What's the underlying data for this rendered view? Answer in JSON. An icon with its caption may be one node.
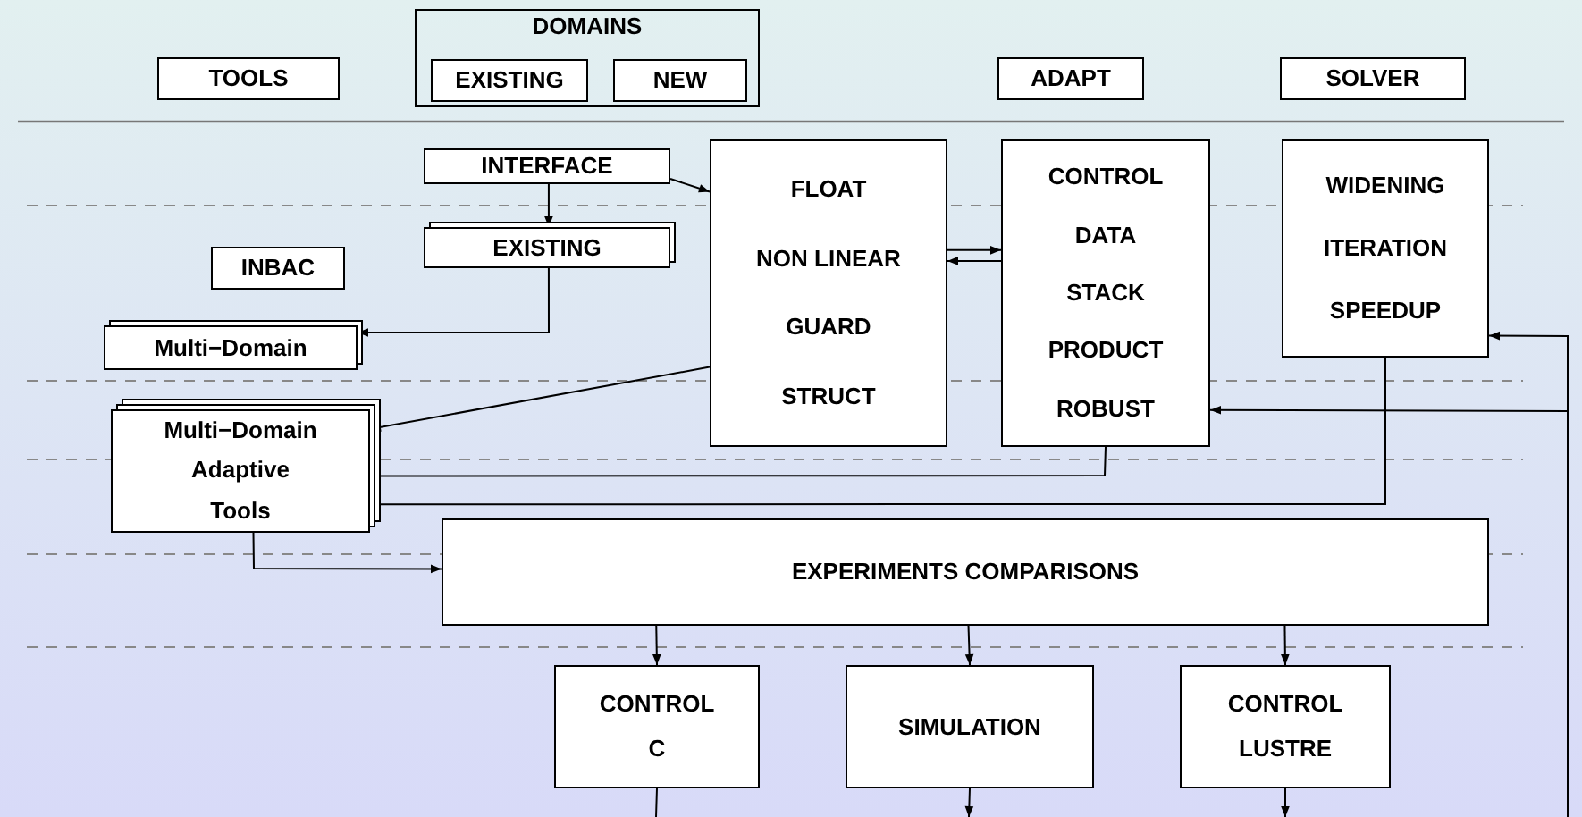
{
  "diagram": {
    "nodes": [
      {
        "text": [
          "TOOLS"
        ]
      },
      {
        "text": [
          "DOMAINS"
        ]
      },
      {
        "text": [
          "EXISTING"
        ],
        "in": 1
      },
      {
        "text": [
          "NEW"
        ],
        "in": 1
      },
      {
        "text": [
          "ADAPT"
        ]
      },
      {
        "text": [
          "SOLVER"
        ]
      },
      {
        "text": [
          "INTERFACE"
        ]
      },
      {
        "text": [
          "FLOAT",
          "NON LINEAR",
          "GUARD",
          "STRUCT"
        ]
      },
      {
        "text": [
          "CONTROL",
          "DATA",
          "STACK",
          "PRODUCT",
          "ROBUST"
        ]
      },
      {
        "text": [
          "WIDENING",
          "ITERATION",
          "SPEEDUP"
        ]
      },
      {
        "text": [
          "EXISTING"
        ]
      },
      {
        "text": [
          "INBAC"
        ]
      },
      {
        "text": [
          "Multi−Domain"
        ]
      },
      {
        "text": [
          "Multi−Domain",
          "Adaptive",
          "Tools"
        ]
      },
      {
        "text": [
          "EXPERIMENTS COMPARISONS"
        ]
      },
      {
        "text": [
          "CONTROL",
          "C"
        ]
      },
      {
        "text": [
          "SIMULATION"
        ]
      },
      {
        "text": [
          "CONTROL",
          "LUSTRE"
        ]
      }
    ],
    "edges": [
      {
        "from": 6,
        "to": 7,
        "arrow": "to"
      },
      {
        "from": 6,
        "to": 10,
        "arrow": "to"
      },
      {
        "from": 10,
        "to": 12,
        "arrow": "to"
      },
      {
        "from": 7,
        "to": 13,
        "arrow": "to"
      },
      {
        "from": 7,
        "to": 8,
        "arrow": "to"
      },
      {
        "from": 8,
        "to": 7,
        "arrow": "to"
      },
      {
        "from": 8,
        "to": 13,
        "arrow": "to"
      },
      {
        "from": 9,
        "to": 13,
        "arrow": "to"
      },
      {
        "from": 13,
        "to": 14,
        "arrow": "to"
      },
      {
        "from": 14,
        "to": 15,
        "arrow": "to"
      },
      {
        "from": 14,
        "to": 16,
        "arrow": "to"
      },
      {
        "from": 14,
        "to": 17,
        "arrow": "to"
      },
      {
        "from": null,
        "to": 9,
        "arrow": "to"
      },
      {
        "from": null,
        "to": 8,
        "arrow": "to"
      },
      {
        "from": 15,
        "to": null,
        "arrow": "none"
      },
      {
        "from": 16,
        "to": null,
        "arrow": "to"
      },
      {
        "from": 17,
        "to": null,
        "arrow": "to"
      }
    ]
  }
}
